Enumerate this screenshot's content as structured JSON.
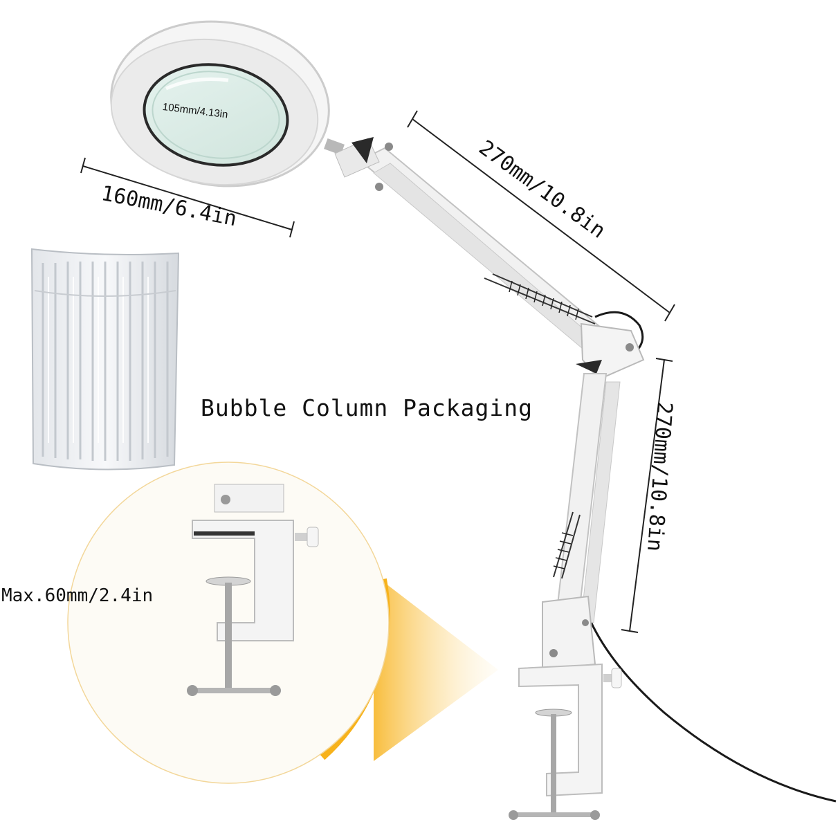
{
  "labels": {
    "lens_diameter": "105mm/4.13in",
    "ring_width": "160mm/6.4in",
    "upper_arm_length": "270mm/10.8in",
    "lower_arm_length": "270mm/10.8in",
    "clamp_opening": "Max.60mm/2.4in",
    "packaging": "Bubble Column Packaging"
  },
  "colors": {
    "accent_ring": "#f7b21b",
    "lamp_body": "#f2f2f2",
    "lens_tint": "#d9ece7",
    "dimension_line": "#222222",
    "cable": "#1a1a1a"
  },
  "icons": {
    "packaging": "air-column-bag-icon",
    "lamp": "magnifier-lamp-icon",
    "clamp": "table-clamp-icon"
  }
}
